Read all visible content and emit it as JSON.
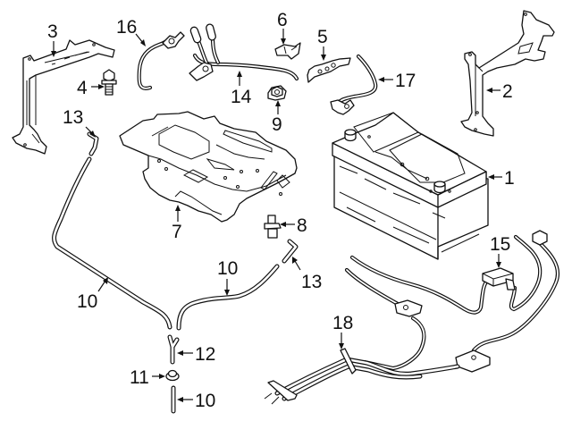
{
  "diagram": {
    "type": "exploded-parts-diagram",
    "subject": "battery and related components",
    "background_color": "#ffffff",
    "line_color": "#111111"
  },
  "callouts": [
    {
      "id": "c1",
      "number": "1",
      "part": "battery"
    },
    {
      "id": "c2",
      "number": "2",
      "part": "battery-hold-down-bracket-right"
    },
    {
      "id": "c3",
      "number": "3",
      "part": "battery-support-bracket-left"
    },
    {
      "id": "c4",
      "number": "4",
      "part": "bolt"
    },
    {
      "id": "c5",
      "number": "5",
      "part": "mounting-plate"
    },
    {
      "id": "c6",
      "number": "6",
      "part": "clip-bracket"
    },
    {
      "id": "c7",
      "number": "7",
      "part": "battery-tray"
    },
    {
      "id": "c8",
      "number": "8",
      "part": "stud-pin"
    },
    {
      "id": "c9",
      "number": "9",
      "part": "nut"
    },
    {
      "id": "c10a",
      "number": "10",
      "part": "vent-hose-left"
    },
    {
      "id": "c10b",
      "number": "10",
      "part": "vent-hose-right"
    },
    {
      "id": "c10c",
      "number": "10",
      "part": "vent-hose-short"
    },
    {
      "id": "c11",
      "number": "11",
      "part": "grommet"
    },
    {
      "id": "c12",
      "number": "12",
      "part": "y-connector"
    },
    {
      "id": "c13a",
      "number": "13",
      "part": "elbow-hose-upper"
    },
    {
      "id": "c13b",
      "number": "13",
      "part": "elbow-hose-lower"
    },
    {
      "id": "c14",
      "number": "14",
      "part": "positive-cable"
    },
    {
      "id": "c15",
      "number": "15",
      "part": "cable-harness-connector"
    },
    {
      "id": "c16",
      "number": "16",
      "part": "negative-cable"
    },
    {
      "id": "c17",
      "number": "17",
      "part": "ground-cable"
    },
    {
      "id": "c18",
      "number": "18",
      "part": "main-harness"
    }
  ]
}
